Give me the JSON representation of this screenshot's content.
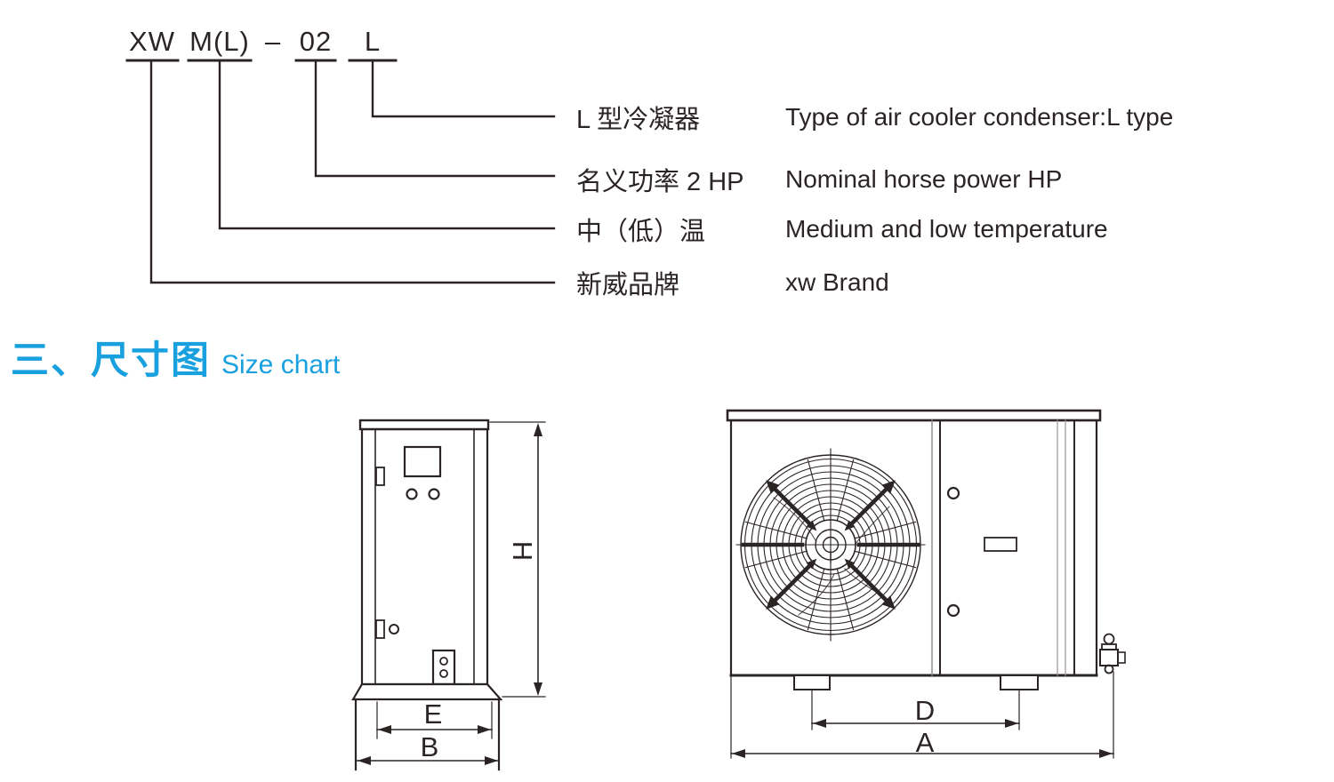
{
  "accent_color": "#18A0DF",
  "line_color": "#2B2425",
  "model": {
    "parts": [
      {
        "text": "XW"
      },
      {
        "text": "M(L)"
      },
      {
        "text": "–"
      },
      {
        "text": "02"
      },
      {
        "text": "L"
      }
    ]
  },
  "legend": {
    "rows": [
      {
        "cn": "L 型冷凝器",
        "en": "Type of air cooler condenser:L type"
      },
      {
        "cn": "名义功率 2 HP",
        "en": "Nominal horse power HP"
      },
      {
        "cn": "中（低）温",
        "en": "Medium and low temperature"
      },
      {
        "cn": "新威品牌",
        "en": "xw Brand"
      }
    ]
  },
  "section": {
    "title_cn": "三、尺寸图",
    "title_en": "Size chart"
  },
  "dims": {
    "height": "H",
    "inner_base_width": "E",
    "base_width": "B",
    "feet_span": "D",
    "overall_width": "A"
  }
}
